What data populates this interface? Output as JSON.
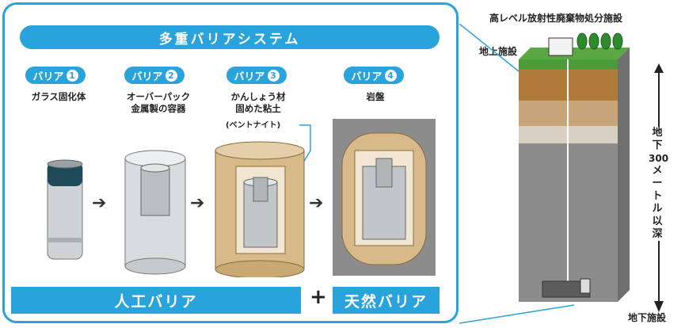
{
  "title": "多重バリアシステム",
  "barriers": [
    {
      "label": "バリア",
      "number": "1",
      "desc_lines": [
        "ガラス固化体"
      ]
    },
    {
      "label": "バリア",
      "number": "2",
      "desc_lines": [
        "オーバーパック",
        "金属製の容器"
      ]
    },
    {
      "label": "バリア",
      "number": "3",
      "desc_lines": [
        "かんしょう材",
        "固めた粘土"
      ],
      "note": "(ベントナイト)"
    },
    {
      "label": "バリア",
      "number": "4",
      "desc_lines": [
        "岩盤"
      ]
    }
  ],
  "arrow_symbol": "➔",
  "bottom": {
    "artificial": "人工バリア",
    "plus": "+",
    "natural": "天然バリア"
  },
  "right": {
    "title": "高レベル放射性廃棄物処分施設",
    "surface": "地上施設",
    "depth_label": [
      "地",
      "下",
      "300",
      "メ",
      "ー",
      "ト",
      "ル",
      "以",
      "深"
    ],
    "underground": "地下施設"
  },
  "colors": {
    "accent": "#29a3dc",
    "clay": "#d7b98a",
    "rock": "#8c8c8c",
    "grass": "#4a9b3a",
    "soil": "#b07a3a"
  }
}
